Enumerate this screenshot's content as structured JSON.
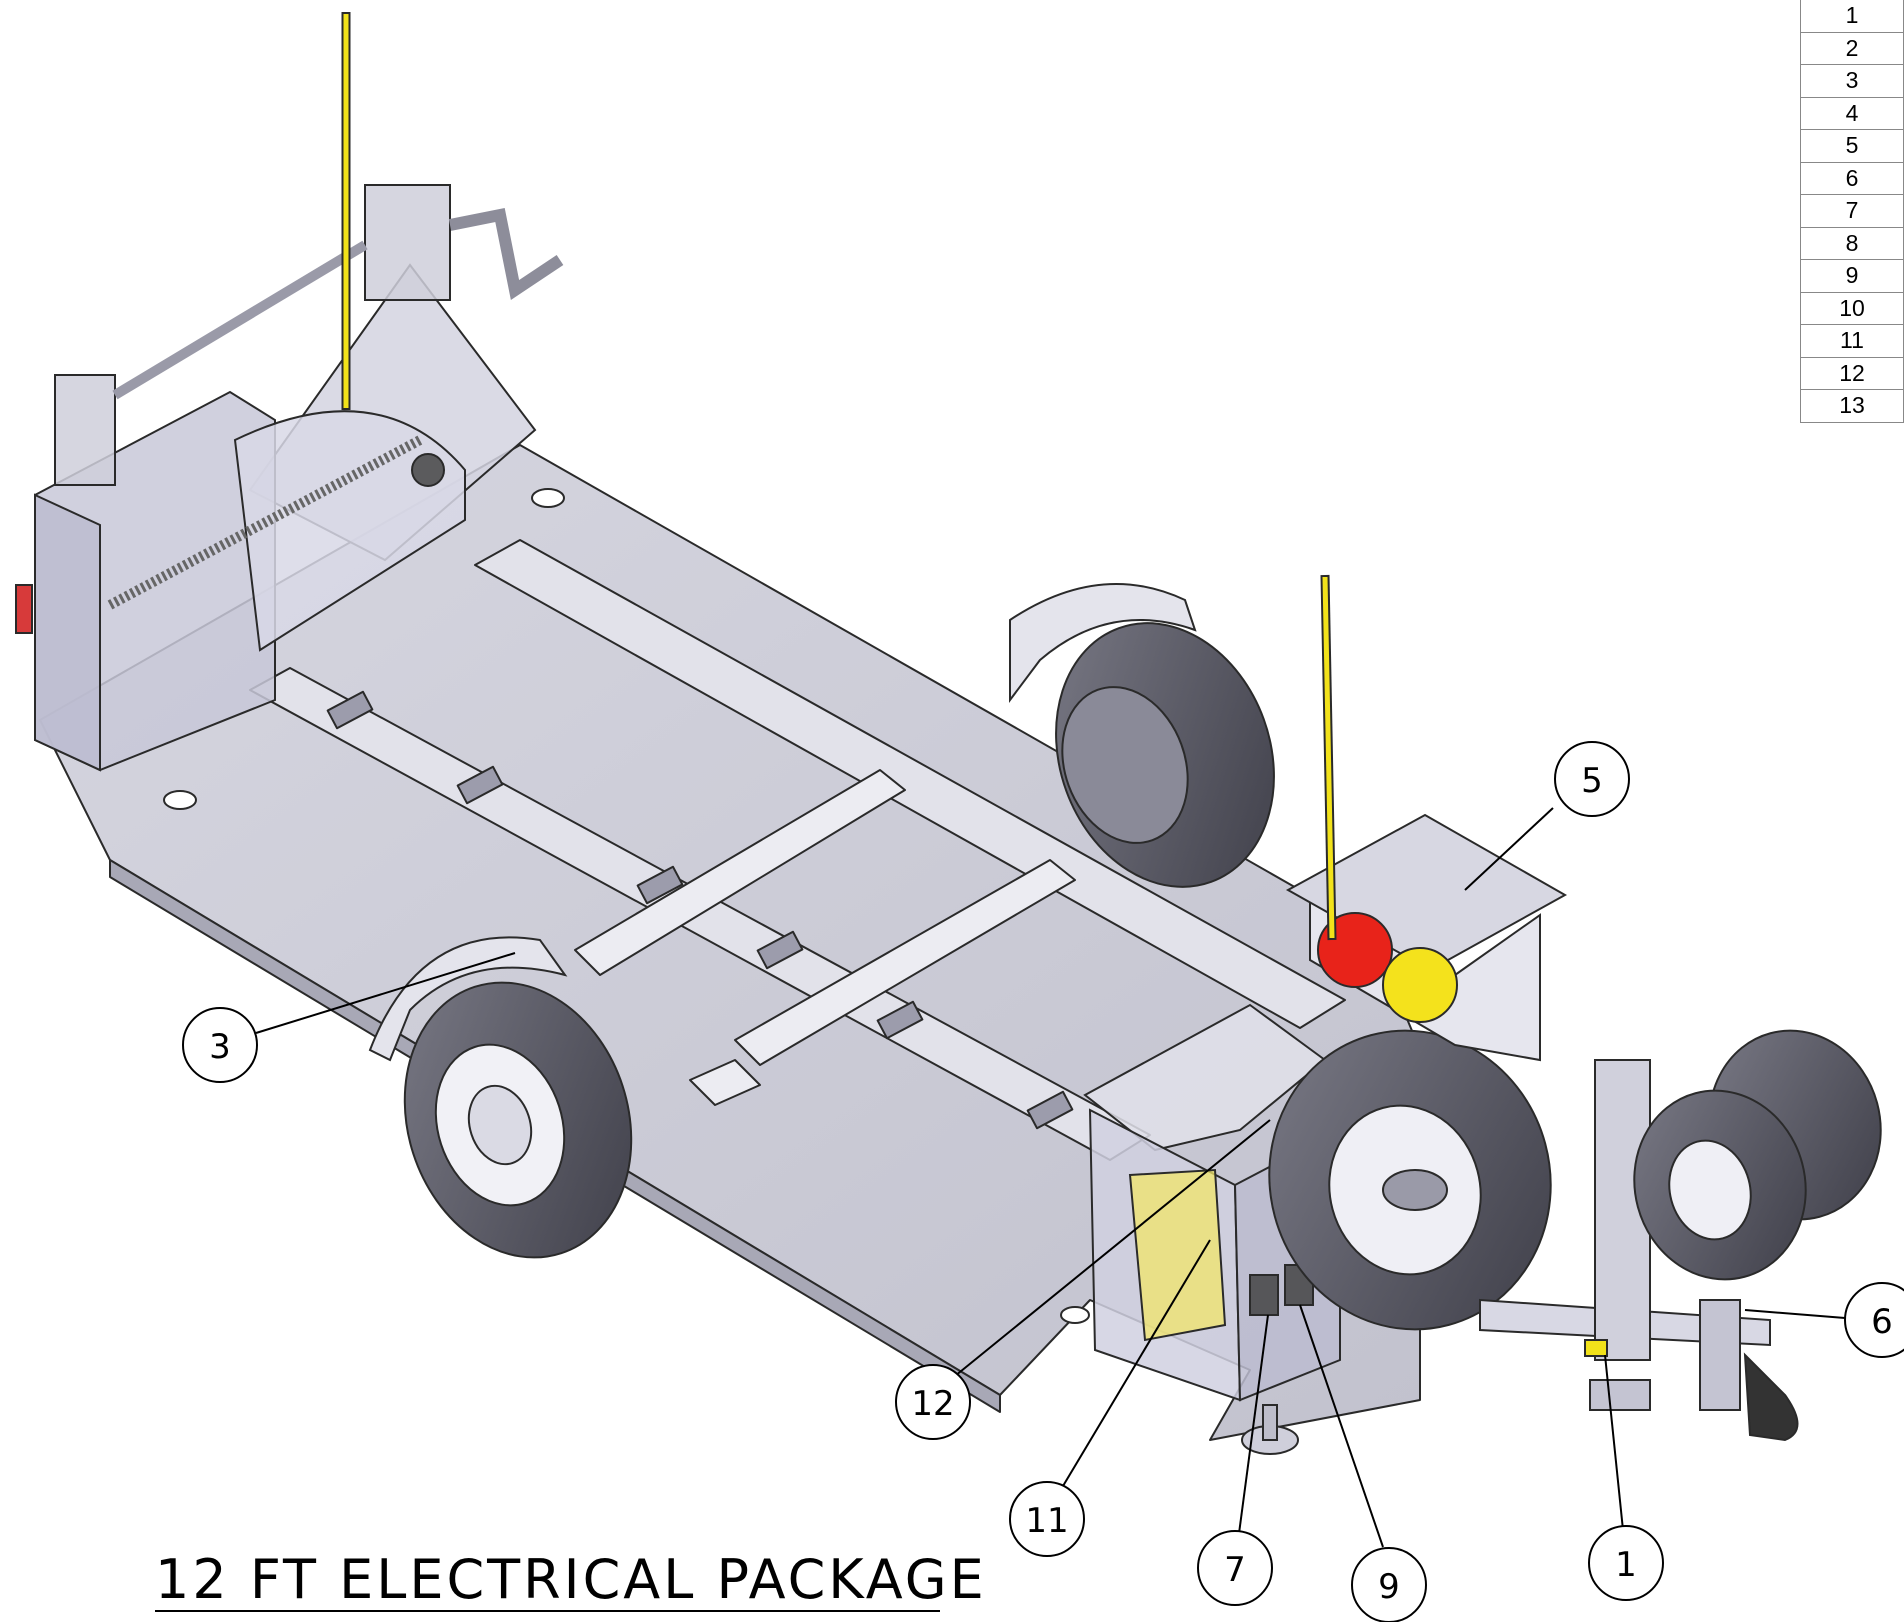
{
  "title": "12 FT ELECTRICAL PACKAGE",
  "part_table": {
    "items": [
      "1",
      "2",
      "3",
      "4",
      "5",
      "6",
      "7",
      "8",
      "9",
      "10",
      "11",
      "12",
      "13"
    ]
  },
  "callouts": [
    {
      "label": "5"
    },
    {
      "label": "3"
    },
    {
      "label": "6"
    },
    {
      "label": "12"
    },
    {
      "label": "11"
    },
    {
      "label": "7"
    },
    {
      "label": "9"
    },
    {
      "label": "1"
    }
  ],
  "colors": {
    "frame_light": "#d9d9e3",
    "frame_mid": "#b9b9c7",
    "frame_dark": "#8e8e9e",
    "tire": "#5f5f6b",
    "tire_dark": "#3d3d47",
    "rim": "#e8e8ef",
    "antenna": "#f2e21a",
    "lamp_red": "#e8231a",
    "lamp_yellow": "#f4e21c",
    "outline": "#2a2a2a"
  }
}
